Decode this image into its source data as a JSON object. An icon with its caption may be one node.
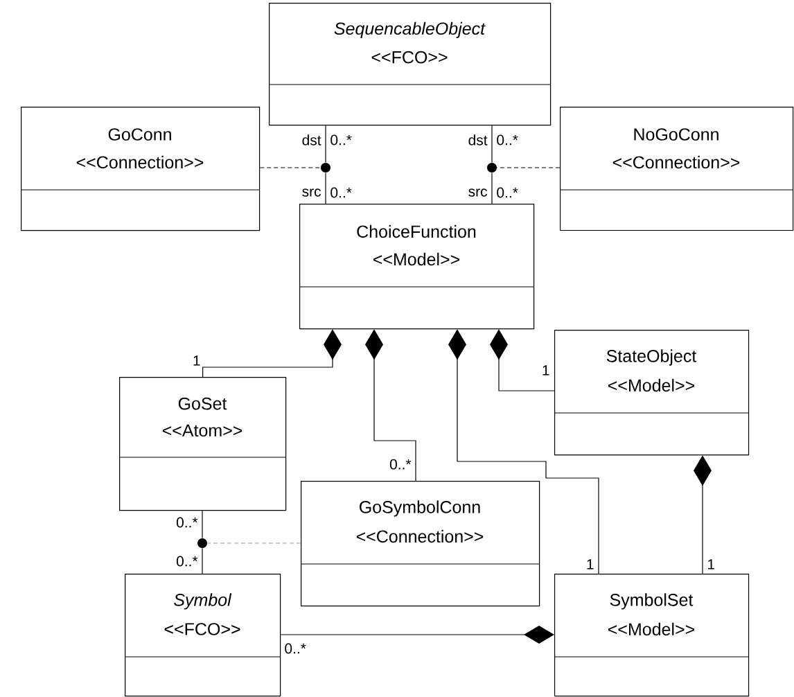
{
  "diagram": {
    "nodes": [
      {
        "text": [
          "SequencableObject",
          "<<FCO>>"
        ]
      },
      {
        "text": [
          "GoConn",
          "<<Connection>>"
        ]
      },
      {
        "text": [
          "NoGoConn",
          "<<Connection>>"
        ]
      },
      {
        "text": [
          "ChoiceFunction",
          "<<Model>>"
        ]
      },
      {
        "text": [
          "StateObject",
          "<<Model>>"
        ]
      },
      {
        "text": [
          "GoSet",
          "<<Atom>>"
        ]
      },
      {
        "text": [
          "GoSymbolConn",
          "<<Connection>>"
        ]
      },
      {
        "text": [
          "Symbol",
          "<<FCO>>"
        ]
      },
      {
        "text": [
          "SymbolSet",
          "<<Model>>"
        ]
      },
      {
        "text": [],
        "shape": "circle"
      },
      {
        "text": [],
        "shape": "circle"
      },
      {
        "text": [],
        "shape": "circle"
      }
    ],
    "edges": [
      {
        "from": 9,
        "to": 0,
        "arrow": "none"
      },
      {
        "from": 9,
        "to": 3,
        "arrow": "none"
      },
      {
        "from": 1,
        "to": 9,
        "arrow": "none",
        "style": "dashed"
      },
      {
        "from": 10,
        "to": 0,
        "arrow": "none"
      },
      {
        "from": 10,
        "to": 3,
        "arrow": "none"
      },
      {
        "from": 2,
        "to": 10,
        "arrow": "none",
        "style": "dashed"
      },
      {
        "from": 5,
        "to": 3,
        "arrow": "other"
      },
      {
        "from": 6,
        "to": 3,
        "arrow": "other"
      },
      {
        "from": 8,
        "to": 3,
        "arrow": "other"
      },
      {
        "from": 4,
        "to": 3,
        "arrow": "other"
      },
      {
        "from": 8,
        "to": 4,
        "arrow": "other"
      },
      {
        "from": 11,
        "to": 5,
        "arrow": "none"
      },
      {
        "from": 11,
        "to": 7,
        "arrow": "none"
      },
      {
        "from": 6,
        "to": 11,
        "arrow": "none",
        "style": "dashed",
        "color": "#999999"
      },
      {
        "from": 7,
        "to": 8,
        "arrow": "other"
      }
    ],
    "labels": [
      "dst",
      "0..*",
      "dst",
      "0..*",
      "src",
      "0..*",
      "src",
      "0..*",
      "1",
      "1",
      "0..*",
      "0..*",
      "0..*",
      "1",
      "1",
      "0..*"
    ]
  }
}
